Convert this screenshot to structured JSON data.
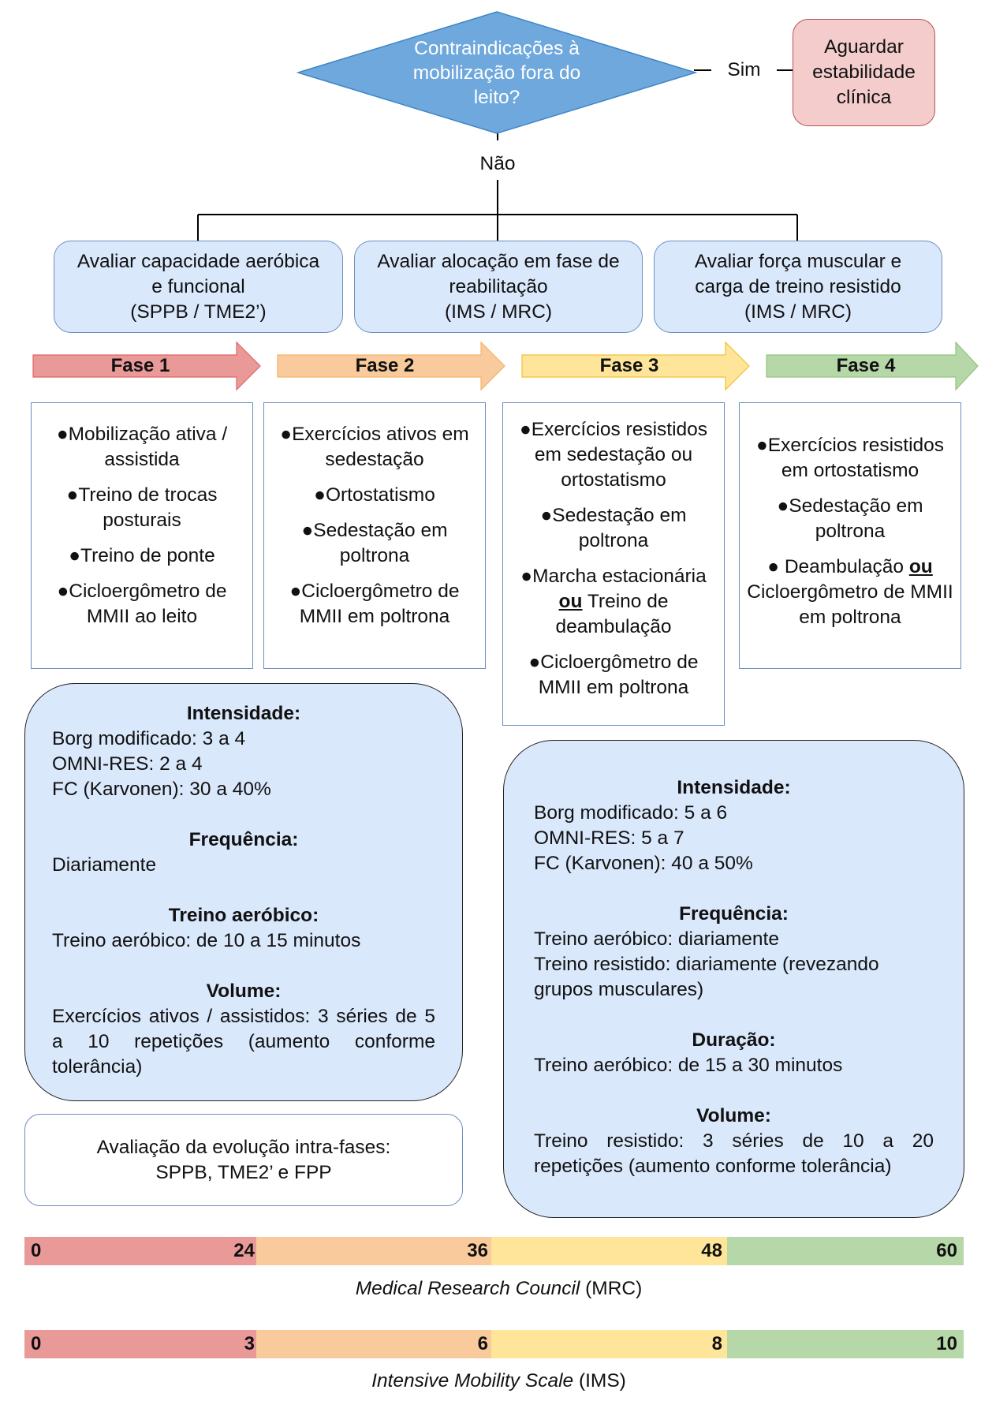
{
  "decision": {
    "question": "Contraindicações à mobilização fora do leito?",
    "yes_label": "Sim",
    "no_label": "Não",
    "yes_outcome": "Aguardar estabilidade clínica"
  },
  "evaluations": [
    {
      "line1": "Avaliar capacidade aeróbica",
      "line2": "e funcional",
      "line3": "(SPPB / TME2’)"
    },
    {
      "line1": "Avaliar alocação em fase de",
      "line2": "reabilitação",
      "line3": "(IMS / MRC)"
    },
    {
      "line1": "Avaliar força muscular e",
      "line2": "carga de treino resistido",
      "line3": "(IMS / MRC)"
    }
  ],
  "phases": [
    {
      "label": "Fase 1",
      "color": "#ea9999"
    },
    {
      "label": "Fase 2",
      "color": "#f9cb9c"
    },
    {
      "label": "Fase 3",
      "color": "#ffe599"
    },
    {
      "label": "Fase 4",
      "color": "#b6d7a8"
    }
  ],
  "phase_items": {
    "fase1": [
      "●Mobilização ativa / assistida",
      "●Treino de trocas posturais",
      "●Treino de ponte",
      "●Cicloergômetro de MMII ao leito"
    ],
    "fase2": [
      "●Exercícios ativos em sedestação",
      "●Ortostatismo",
      "●Sedestação em poltrona",
      "●Cicloergômetro de MMII em poltrona"
    ],
    "fase3": {
      "item1": "●Exercícios resistidos em sedestação ou ortostatismo",
      "item2": "●Sedestação em poltrona",
      "item3_a": "●Marcha estacionária",
      "item3_or": "ou",
      "item3_b": " Treino de deambulação",
      "item4": "●Cicloergômetro de MMII em poltrona"
    },
    "fase4": {
      "item1": "●Exercícios resistidos em ortostatismo",
      "item2": "●Sedestação em poltrona",
      "item3_a": "● Deambulação ",
      "item3_or": "ou",
      "item3_b": " Cicloergômetro de MMII em poltrona"
    }
  },
  "left_prescription": {
    "intensity_title": "Intensidade:",
    "intensity_1": "Borg modificado: 3 a 4",
    "intensity_2": "OMNI-RES: 2 a 4",
    "intensity_3": "FC (Karvonen): 30 a 40%",
    "frequency_title": "Frequência:",
    "frequency_1": "Diariamente",
    "aerobic_title": "Treino aeróbico:",
    "aerobic_1": "Treino aeróbico: de 10 a 15 minutos",
    "volume_title": "Volume:",
    "volume_1": "Exercícios ativos / assistidos: 3 séries de 5 a 10 repetições (aumento conforme tolerância)"
  },
  "right_prescription": {
    "intensity_title": "Intensidade:",
    "intensity_1": "Borg modificado: 5 a 6",
    "intensity_2": "OMNI-RES: 5 a 7",
    "intensity_3": "FC (Karvonen): 40 a 50%",
    "frequency_title": "Frequência:",
    "frequency_1": "Treino aeróbico: diariamente",
    "frequency_2": "Treino resistido: diariamente (revezando grupos musculares)",
    "duration_title": "Duração:",
    "duration_1": "Treino aeróbico: de 15  a 30 minutos",
    "volume_title": "Volume:",
    "volume_1": "Treino resistido:  3 séries de 10  a 20 repetições (aumento conforme tolerância)"
  },
  "evolution": {
    "line1": "Avaliação da evolução intra-fases:",
    "line2": "SPPB, TME2’ e FPP"
  },
  "mrc_scale": {
    "values": [
      "0",
      "24",
      "36",
      "48",
      "60"
    ],
    "title_italic": "Medical Research Council",
    "title_suffix": " (MRC)"
  },
  "ims_scale": {
    "values": [
      "0",
      "3",
      "6",
      "8",
      "10"
    ],
    "title_italic": "Intensive Mobility Scale",
    "title_suffix": " (IMS)"
  }
}
